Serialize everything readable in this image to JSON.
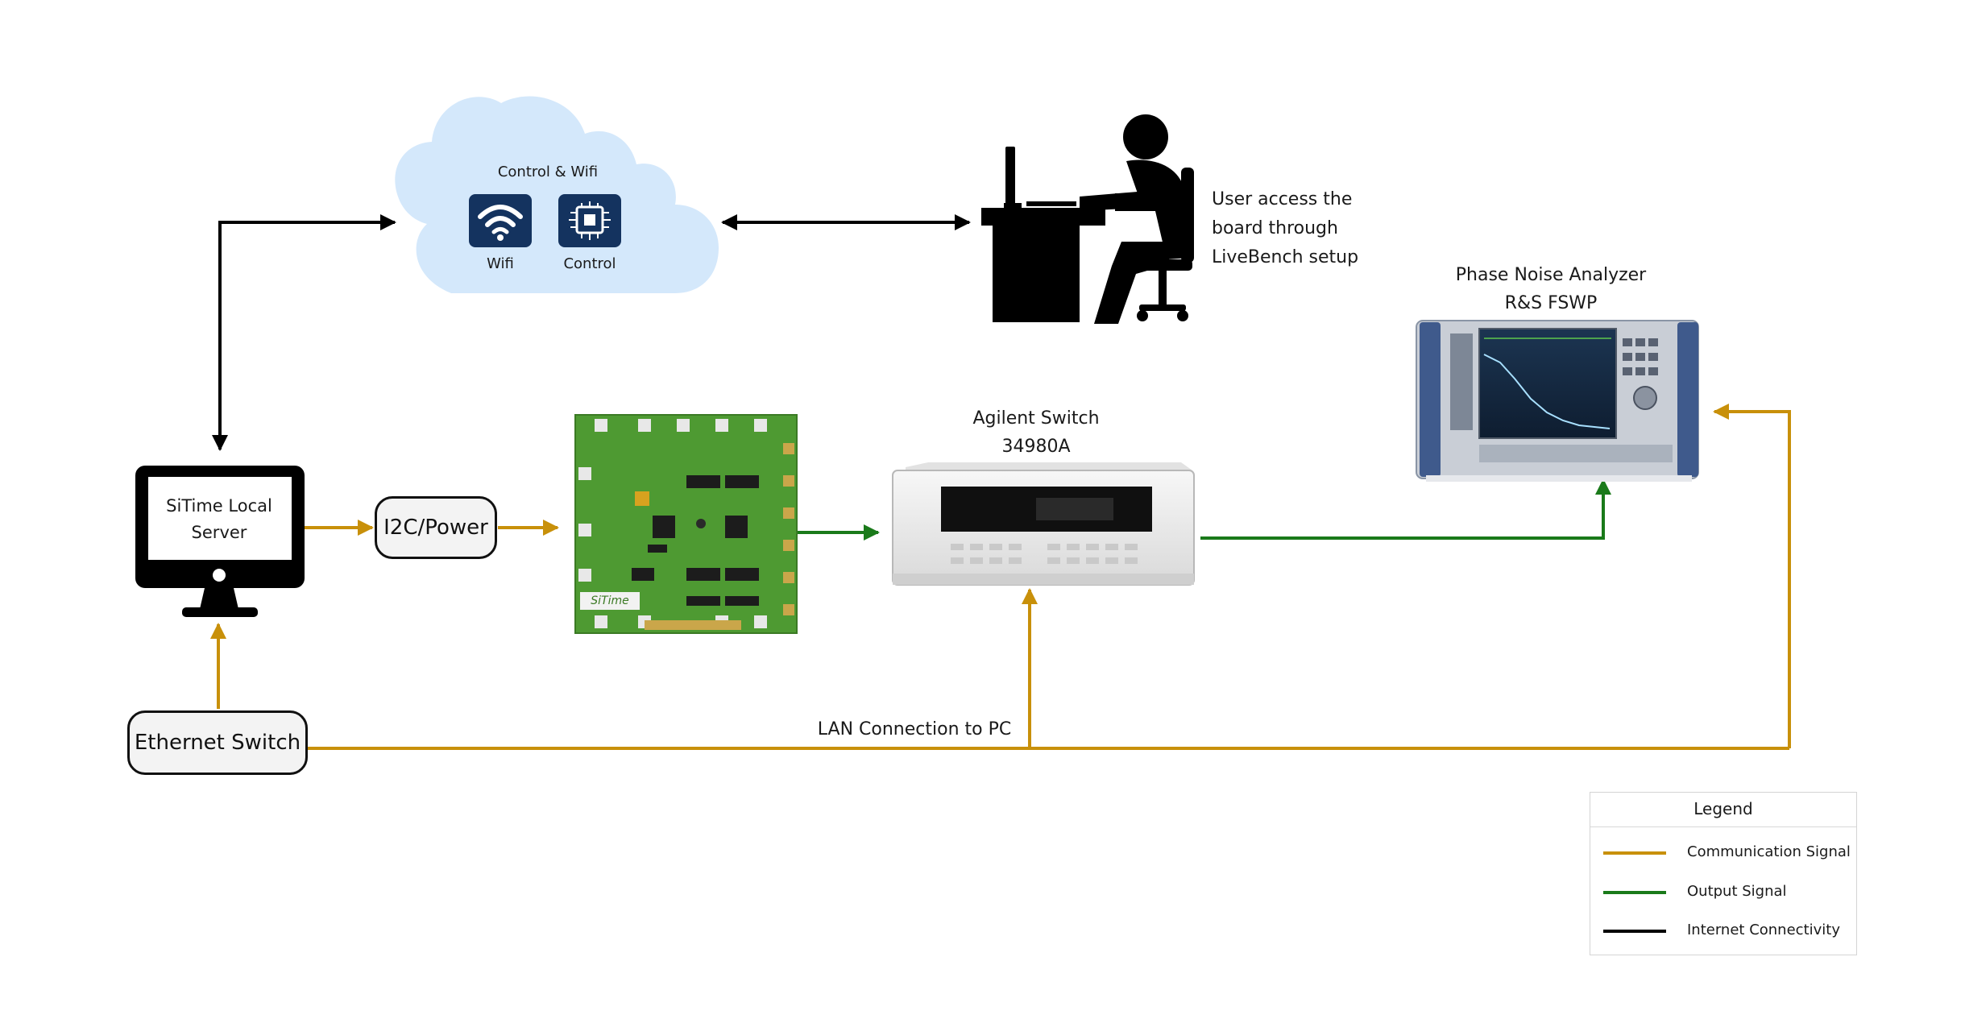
{
  "colors": {
    "communication": "#c8900a",
    "output": "#1a7a1a",
    "internet": "#000000",
    "cloud": "#d4e8fb",
    "icon_tile": "#14335f",
    "pcb": "#4e9a32"
  },
  "cloud": {
    "title": "Control & Wifi",
    "wifi_label": "Wifi",
    "control_label": "Control",
    "icons": [
      "wifi-icon",
      "circuit-chip-icon"
    ]
  },
  "user": {
    "icon": "user-at-desk-icon",
    "caption_lines": [
      "User access the",
      "board through",
      "LiveBench setup"
    ]
  },
  "server": {
    "icon": "monitor-icon",
    "label_lines": [
      "SiTime Local",
      "Server"
    ]
  },
  "i2c_box": {
    "label": "I2C/Power"
  },
  "board": {
    "icon": "sitime-board-image",
    "brand_text": "SiTime"
  },
  "agilent": {
    "title_lines": [
      "Agilent Switch",
      "34980A"
    ],
    "icon": "agilent-switch-unit-image"
  },
  "analyzer": {
    "title_lines": [
      "Phase Noise Analyzer",
      "R&S FSWP"
    ],
    "icon": "phase-noise-analyzer-image"
  },
  "ethernet": {
    "label": "Ethernet Switch"
  },
  "lan_label": "LAN Connection to PC",
  "legend": {
    "title": "Legend",
    "items": [
      {
        "label": "Communication Signal",
        "color": "#c8900a"
      },
      {
        "label": "Output Signal",
        "color": "#1a7a1a"
      },
      {
        "label": "Internet Connectivity",
        "color": "#000000"
      }
    ]
  }
}
